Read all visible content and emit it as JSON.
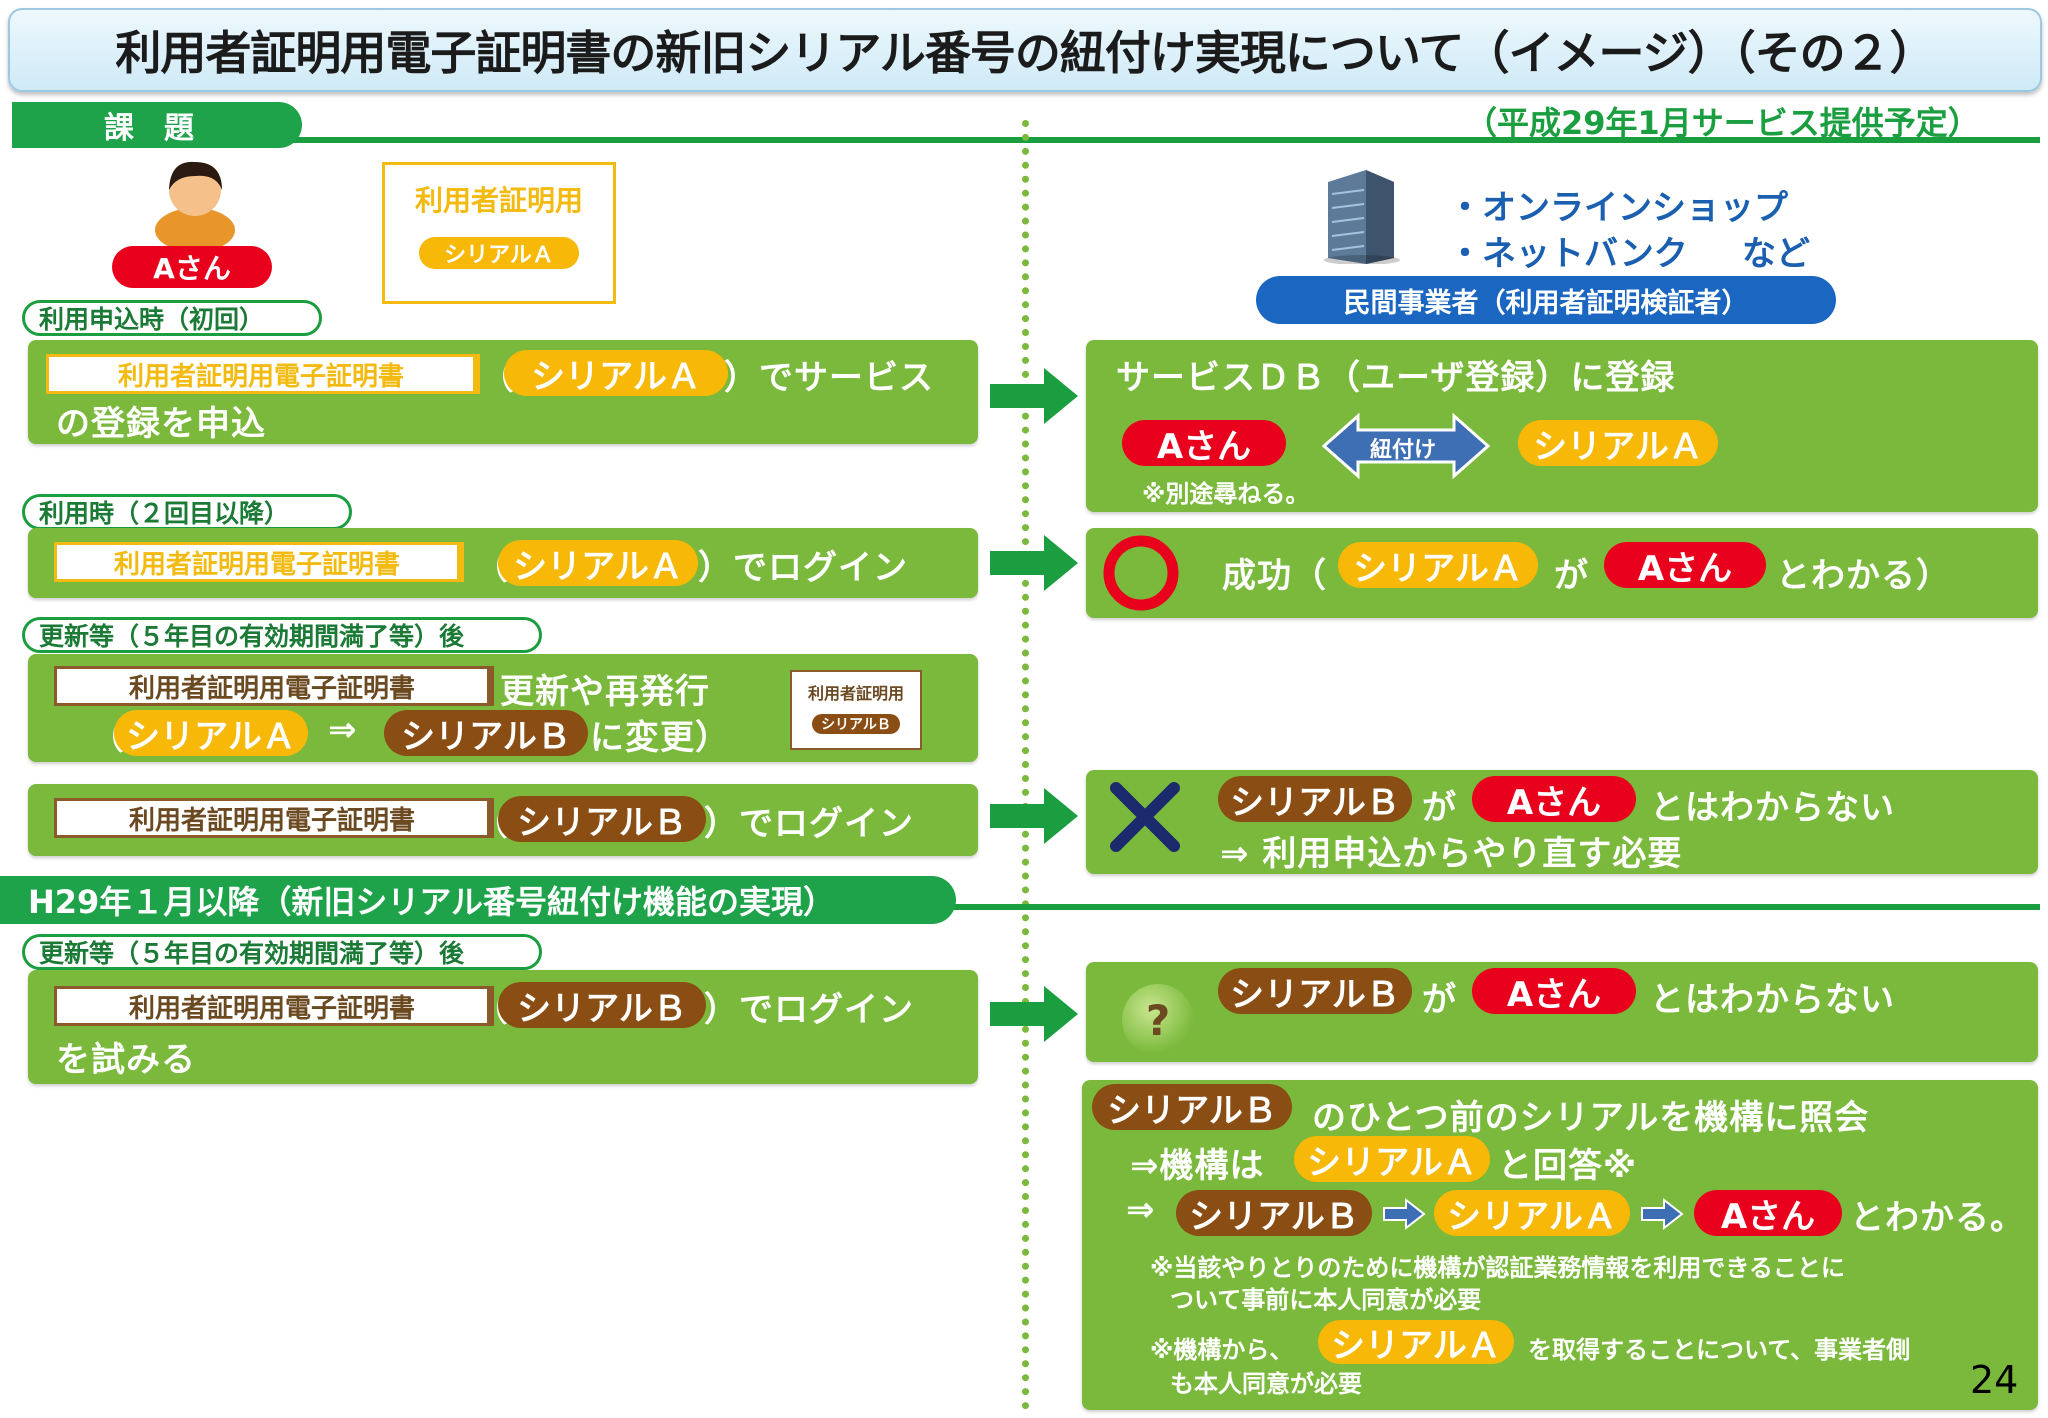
{
  "title": "利用者証明用電子証明書の新旧シリアル番号の紐付け実現について（イメージ）（その２）",
  "section1_tab": "課　題",
  "section1_date": "（平成29年1月サービス提供予定）",
  "person_label": "Aさん",
  "card1": {
    "title": "利用者証明用",
    "serial": "シリアルＡ"
  },
  "card2": {
    "title": "利用者証明用",
    "serial": "シリアルＢ"
  },
  "business": {
    "item1": "・オンラインショップ",
    "item2": "・ネットバンク",
    "etc": "など",
    "label": "民間事業者（利用者証明検証者）"
  },
  "tags": {
    "first_apply": "利用申込時（初回）",
    "usage": "利用時（２回目以降）",
    "renewal1": "更新等（５年目の有効期間満了等）後",
    "renewal2": "更新等（５年目の有効期間満了等）後"
  },
  "cert_name": "利用者証明用電子証明書",
  "serial_a": "シリアルＡ",
  "serial_b": "シリアルＢ",
  "person_a": "Aさん",
  "row1": {
    "open": "（",
    "close": "）でサービス",
    "line2": "の登録を申込"
  },
  "row1r": {
    "text": "サービスＤＢ（ユーザ登録）に登録",
    "link": "紐付け",
    "note": "※別途尋ねる。"
  },
  "row2": {
    "open": "（",
    "close": "）でログイン"
  },
  "row2r": {
    "pre": "成功（",
    "ga": "が",
    "post": "とわかる）"
  },
  "row3": {
    "right": "更新や再発行",
    "open": "（",
    "arrow": "⇒",
    "close": "に変更）"
  },
  "row4": {
    "open": "（",
    "close": "）でログイン"
  },
  "row4r": {
    "ga": "が",
    "post": "とはわからない",
    "line2": "⇒ 利用申込からやり直す必要"
  },
  "section2_tab": "H29年１月以降（新旧シリアル番号紐付け機能の実現）",
  "row5": {
    "open": "（",
    "close": "）でログイン",
    "line2": "を試みる"
  },
  "row5r": {
    "q": "?",
    "ga": "が",
    "post": "とはわからない"
  },
  "bottom": {
    "line1": "のひとつ前のシリアルを機構に照会",
    "line2_pre": "⇒機構は",
    "line2_post": "と回答※",
    "line3_pre": "⇒",
    "line3_post": "とわかる。",
    "note1a": "※当該やりとりのために機構が認証業務情報を利用できることに",
    "note1b": "ついて事前に本人同意が必要",
    "note2_pre": "※機構から、",
    "note2_post": "を取得することについて、事業者側",
    "note2b": "も本人同意が必要"
  },
  "page_number": "24",
  "colors": {
    "green": "#7ab93b",
    "dark_green": "#1a9e3f",
    "yellow": "#f7b808",
    "brown": "#8a4d14",
    "red": "#e8001c",
    "blue": "#1a66c0"
  }
}
